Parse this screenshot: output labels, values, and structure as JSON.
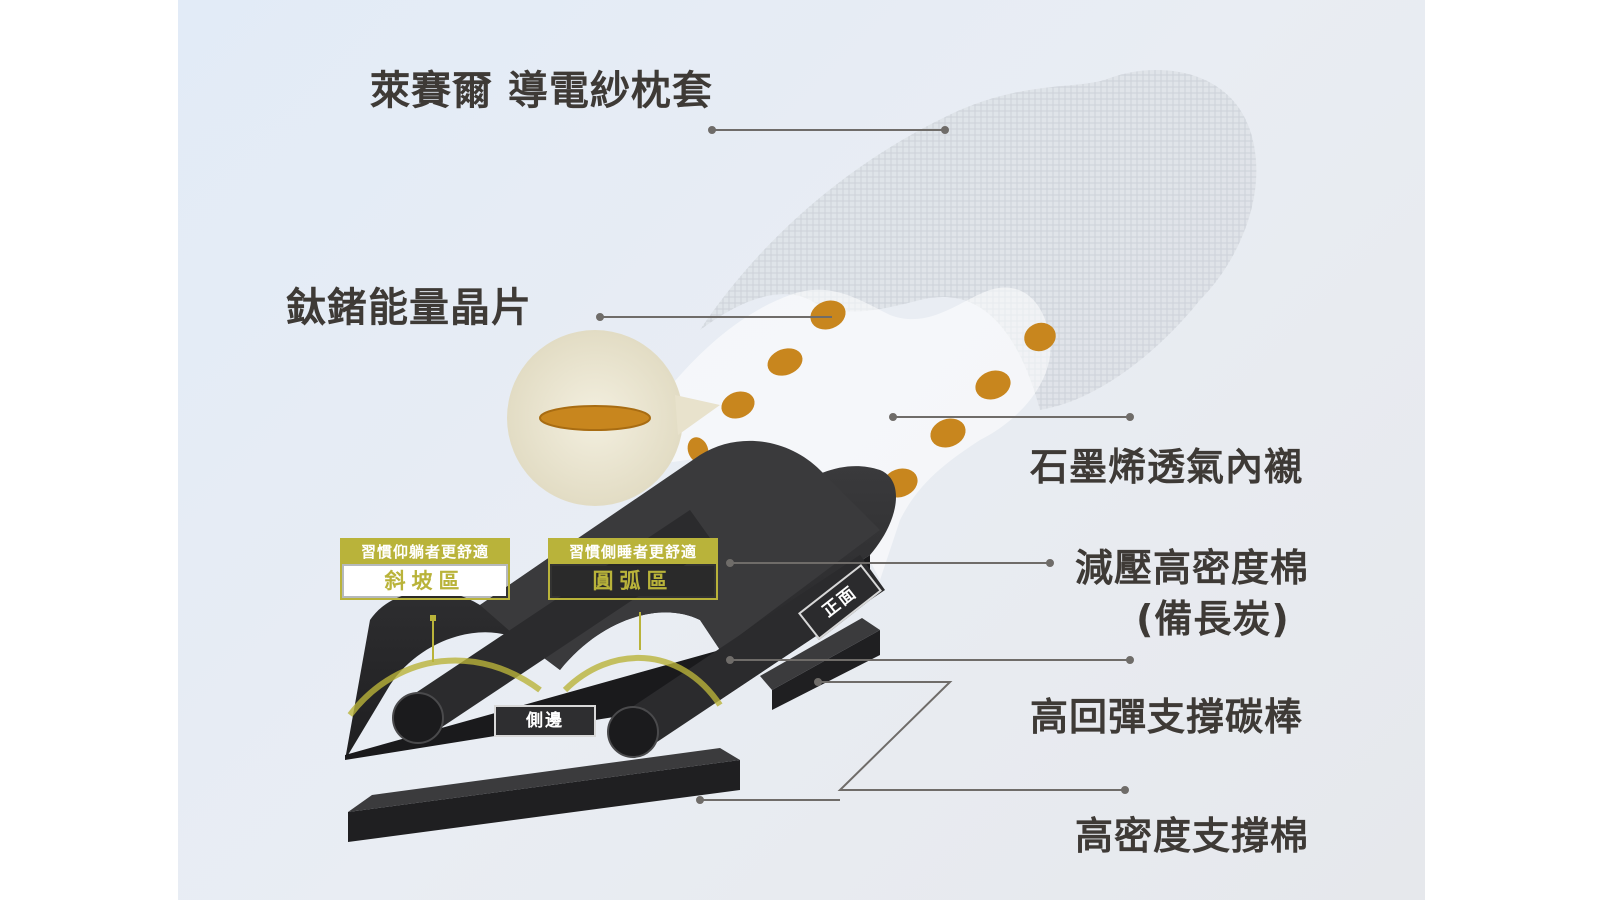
{
  "labels": {
    "pillowcase": "萊賽爾 導電紗枕套",
    "chip": "鈦鍺能量晶片",
    "lining": "石墨烯透氣內襯",
    "foam_line1": "減壓高密度棉",
    "foam_line2": "(備長炭)",
    "rod": "高回彈支撐碳棒",
    "base": "高密度支撐棉"
  },
  "tags": {
    "slope_top": "習慣仰躺者更舒適",
    "slope_bottom": "斜坡區",
    "arc_top": "習慣側睡者更舒適",
    "arc_bottom": "圓弧區"
  },
  "badges": {
    "side": "側邊",
    "front": "正面"
  },
  "colors": {
    "accent": "#b9b33a",
    "chip": "#c8861e",
    "foam": "#2a2a2c",
    "text": "#3e3a36"
  }
}
